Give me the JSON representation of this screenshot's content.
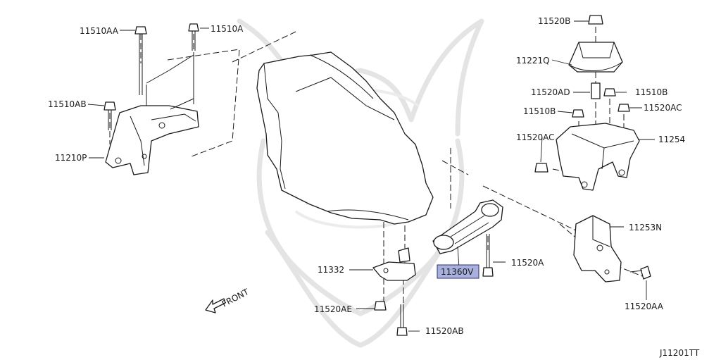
{
  "diagram_code": "J11201TT",
  "direction_label": "FRONT",
  "colors": {
    "highlight_fill": "#a9b0de",
    "line": "#1a1a1a",
    "watermark": "#e4e4e4"
  },
  "parts": [
    {
      "id": "11510AA",
      "label": "11510AA",
      "highlighted": false
    },
    {
      "id": "11510A",
      "label": "11510A",
      "highlighted": false
    },
    {
      "id": "11510AB",
      "label": "11510AB",
      "highlighted": false
    },
    {
      "id": "11210P",
      "label": "11210P",
      "highlighted": false
    },
    {
      "id": "11520B",
      "label": "11520B",
      "highlighted": false
    },
    {
      "id": "11221Q",
      "label": "11221Q",
      "highlighted": false
    },
    {
      "id": "11520AD",
      "label": "11520AD",
      "highlighted": false
    },
    {
      "id": "11510B-r",
      "label": "11510B",
      "highlighted": false
    },
    {
      "id": "11510B-l",
      "label": "11510B",
      "highlighted": false
    },
    {
      "id": "11520AC-r",
      "label": "11520AC",
      "highlighted": false
    },
    {
      "id": "11520AC-l",
      "label": "11520AC",
      "highlighted": false
    },
    {
      "id": "11254",
      "label": "11254",
      "highlighted": false
    },
    {
      "id": "11253N",
      "label": "11253N",
      "highlighted": false
    },
    {
      "id": "11332",
      "label": "11332",
      "highlighted": false
    },
    {
      "id": "11360V",
      "label": "11360V",
      "highlighted": true
    },
    {
      "id": "11520A",
      "label": "11520A",
      "highlighted": false
    },
    {
      "id": "11520AE",
      "label": "11520AE",
      "highlighted": false
    },
    {
      "id": "11520AB",
      "label": "11520AB",
      "highlighted": false
    },
    {
      "id": "11520AA",
      "label": "11520AA",
      "highlighted": false
    }
  ]
}
